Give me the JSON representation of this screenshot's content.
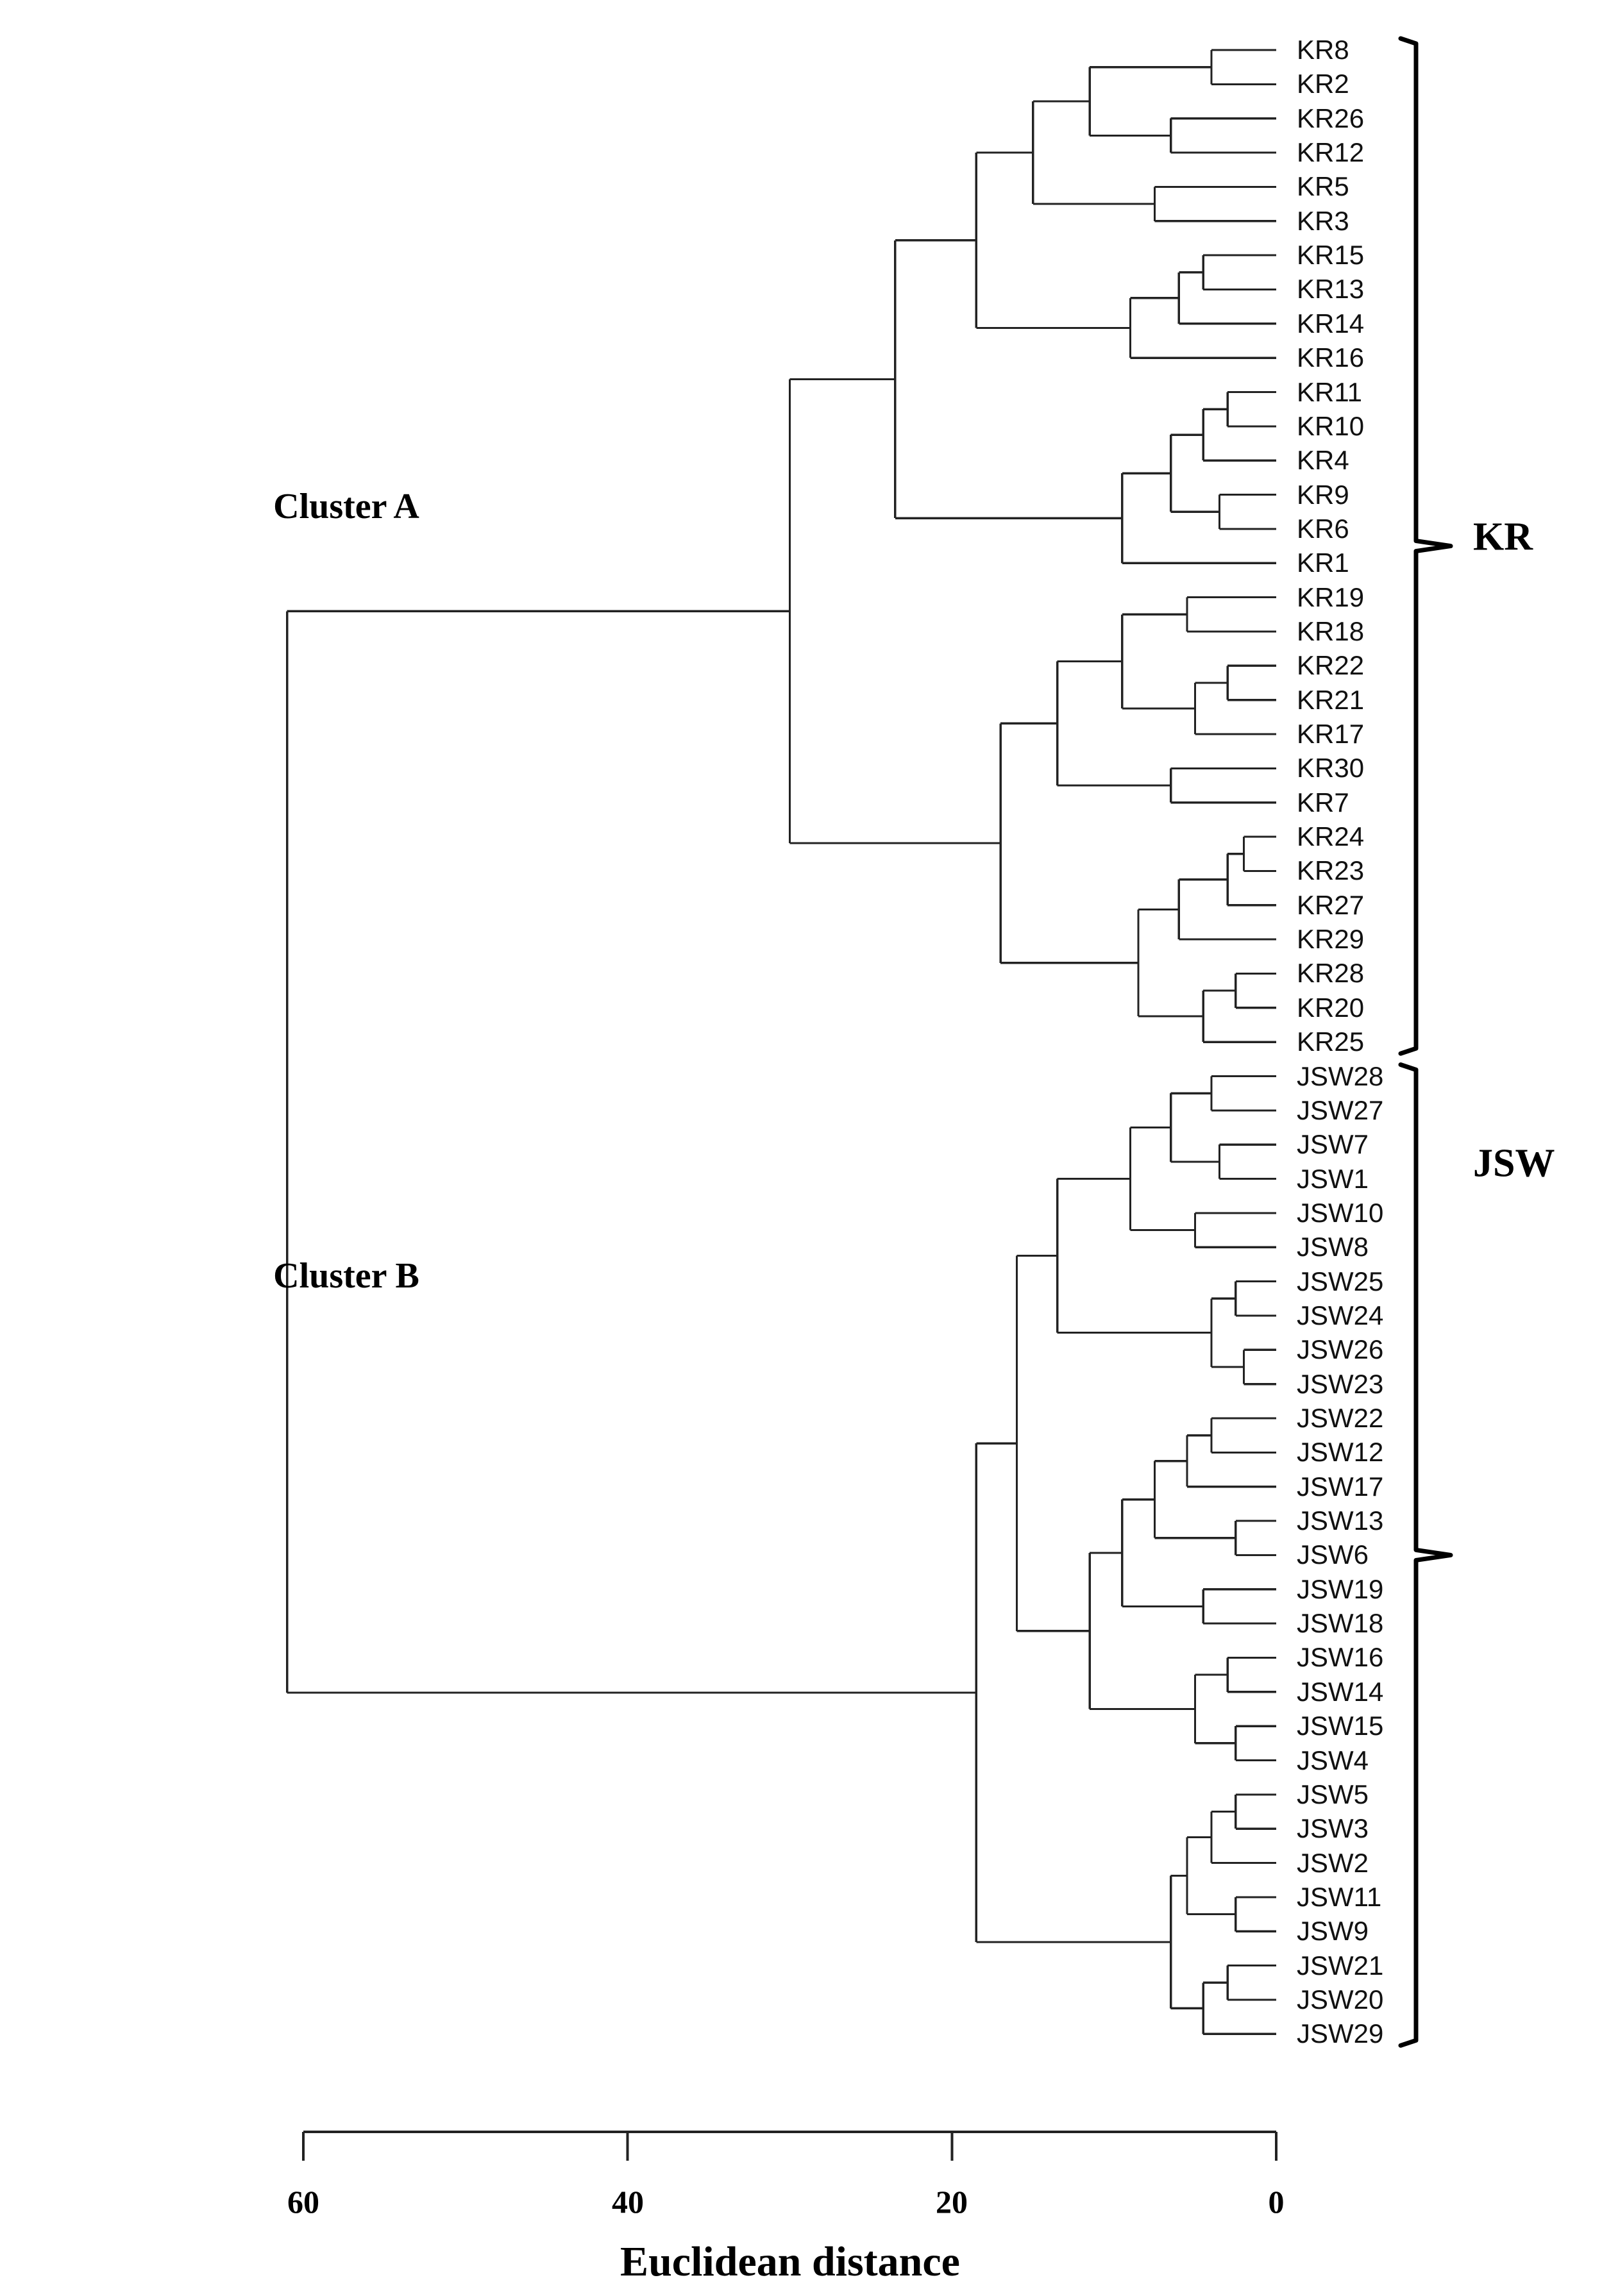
{
  "chart_data": {
    "type": "dendrogram",
    "title": "",
    "xlabel": "Euclidean distance",
    "ylabel": "",
    "axis": {
      "ticks": [
        60,
        40,
        20,
        0
      ],
      "tick_labels": [
        "60",
        "40",
        "20",
        "0"
      ],
      "min": 0,
      "max": 60,
      "direction": "reversed",
      "grid": false
    },
    "linkage_metric": "Euclidean distance",
    "cluster_annotations": [
      {
        "name": "Cluster A",
        "members_group": "KR"
      },
      {
        "name": "Cluster B",
        "members_group": "JSW"
      }
    ],
    "group_brackets": [
      {
        "label": "KR",
        "first_leaf": "KR8",
        "last_leaf": "KR25",
        "count": 30
      },
      {
        "label": "JSW",
        "first_leaf": "JSW28",
        "last_leaf": "JSW29",
        "count": 29
      }
    ],
    "leaves": [
      "KR8",
      "KR2",
      "KR26",
      "KR12",
      "KR5",
      "KR3",
      "KR15",
      "KR13",
      "KR14",
      "KR16",
      "KR11",
      "KR10",
      "KR4",
      "KR9",
      "KR6",
      "KR1",
      "KR19",
      "KR18",
      "KR22",
      "KR21",
      "KR17",
      "KR30",
      "KR7",
      "KR24",
      "KR23",
      "KR27",
      "KR29",
      "KR28",
      "KR20",
      "KR25",
      "JSW28",
      "JSW27",
      "JSW7",
      "JSW1",
      "JSW10",
      "JSW8",
      "JSW25",
      "JSW24",
      "JSW26",
      "JSW23",
      "JSW22",
      "JSW12",
      "JSW17",
      "JSW13",
      "JSW6",
      "JSW19",
      "JSW18",
      "JSW16",
      "JSW14",
      "JSW15",
      "JSW4",
      "JSW5",
      "JSW3",
      "JSW2",
      "JSW11",
      "JSW9",
      "JSW21",
      "JSW20",
      "JSW29"
    ],
    "merges": [
      {
        "id": "n1",
        "children": [
          "KR8",
          "KR2"
        ],
        "distance": 4.0
      },
      {
        "id": "n2",
        "children": [
          "KR26",
          "KR12"
        ],
        "distance": 6.5
      },
      {
        "id": "n3",
        "children": [
          "n1",
          "n2"
        ],
        "distance": 11.5
      },
      {
        "id": "n4",
        "children": [
          "KR5",
          "KR3"
        ],
        "distance": 7.5
      },
      {
        "id": "n5",
        "children": [
          "n3",
          "n4"
        ],
        "distance": 15.0
      },
      {
        "id": "n6",
        "children": [
          "KR15",
          "KR13"
        ],
        "distance": 4.5
      },
      {
        "id": "n7",
        "children": [
          "n6",
          "KR14"
        ],
        "distance": 6.0
      },
      {
        "id": "n8",
        "children": [
          "n7",
          "KR16"
        ],
        "distance": 9.0
      },
      {
        "id": "n9",
        "children": [
          "n5",
          "n8"
        ],
        "distance": 18.5
      },
      {
        "id": "n10",
        "children": [
          "KR11",
          "KR10"
        ],
        "distance": 3.0
      },
      {
        "id": "n11",
        "children": [
          "n10",
          "KR4"
        ],
        "distance": 4.5
      },
      {
        "id": "n12",
        "children": [
          "KR9",
          "KR6"
        ],
        "distance": 3.5
      },
      {
        "id": "n13",
        "children": [
          "n11",
          "n12"
        ],
        "distance": 6.5
      },
      {
        "id": "n14",
        "children": [
          "n13",
          "KR1"
        ],
        "distance": 9.5
      },
      {
        "id": "n15",
        "children": [
          "n9",
          "n14"
        ],
        "distance": 23.5
      },
      {
        "id": "n16",
        "children": [
          "KR19",
          "KR18"
        ],
        "distance": 5.5
      },
      {
        "id": "n17",
        "children": [
          "KR22",
          "KR21"
        ],
        "distance": 3.0
      },
      {
        "id": "n18",
        "children": [
          "n17",
          "KR17"
        ],
        "distance": 5.0
      },
      {
        "id": "n19",
        "children": [
          "n16",
          "n18"
        ],
        "distance": 9.5
      },
      {
        "id": "n20",
        "children": [
          "KR30",
          "KR7"
        ],
        "distance": 6.5
      },
      {
        "id": "n21",
        "children": [
          "n19",
          "n20"
        ],
        "distance": 13.5
      },
      {
        "id": "n22",
        "children": [
          "KR24",
          "KR23"
        ],
        "distance": 2.0
      },
      {
        "id": "n23",
        "children": [
          "n22",
          "KR27"
        ],
        "distance": 3.0
      },
      {
        "id": "n24",
        "children": [
          "n23",
          "KR29"
        ],
        "distance": 6.0
      },
      {
        "id": "n25",
        "children": [
          "KR28",
          "KR20"
        ],
        "distance": 2.5
      },
      {
        "id": "n26",
        "children": [
          "n25",
          "KR25"
        ],
        "distance": 4.5
      },
      {
        "id": "n27",
        "children": [
          "n24",
          "n26"
        ],
        "distance": 8.5
      },
      {
        "id": "n28",
        "children": [
          "n21",
          "n27"
        ],
        "distance": 17.0
      },
      {
        "id": "n29",
        "children": [
          "n15",
          "n28"
        ],
        "distance": 30.0
      },
      {
        "id": "m1",
        "children": [
          "JSW28",
          "JSW27"
        ],
        "distance": 4.0
      },
      {
        "id": "m2",
        "children": [
          "JSW7",
          "JSW1"
        ],
        "distance": 3.5
      },
      {
        "id": "m3",
        "children": [
          "m1",
          "m2"
        ],
        "distance": 6.5
      },
      {
        "id": "m4",
        "children": [
          "JSW10",
          "JSW8"
        ],
        "distance": 5.0
      },
      {
        "id": "m5",
        "children": [
          "m3",
          "m4"
        ],
        "distance": 9.0
      },
      {
        "id": "m6",
        "children": [
          "JSW25",
          "JSW24"
        ],
        "distance": 2.5
      },
      {
        "id": "m7",
        "children": [
          "JSW26",
          "JSW23"
        ],
        "distance": 2.0
      },
      {
        "id": "m8",
        "children": [
          "m6",
          "m7"
        ],
        "distance": 4.0
      },
      {
        "id": "m9",
        "children": [
          "m5",
          "m8"
        ],
        "distance": 13.5
      },
      {
        "id": "m10",
        "children": [
          "JSW22",
          "JSW12"
        ],
        "distance": 4.0
      },
      {
        "id": "m11",
        "children": [
          "m10",
          "JSW17"
        ],
        "distance": 5.5
      },
      {
        "id": "m12",
        "children": [
          "JSW13",
          "JSW6"
        ],
        "distance": 2.5
      },
      {
        "id": "m13",
        "children": [
          "m11",
          "m12"
        ],
        "distance": 7.5
      },
      {
        "id": "m14",
        "children": [
          "JSW19",
          "JSW18"
        ],
        "distance": 4.5
      },
      {
        "id": "m15",
        "children": [
          "m13",
          "m14"
        ],
        "distance": 9.5
      },
      {
        "id": "m16",
        "children": [
          "JSW16",
          "JSW14"
        ],
        "distance": 3.0
      },
      {
        "id": "m17",
        "children": [
          "JSW15",
          "JSW4"
        ],
        "distance": 2.5
      },
      {
        "id": "m18",
        "children": [
          "m16",
          "m17"
        ],
        "distance": 5.0
      },
      {
        "id": "m19",
        "children": [
          "m15",
          "m18"
        ],
        "distance": 11.5
      },
      {
        "id": "m20",
        "children": [
          "m9",
          "m19"
        ],
        "distance": 16.0
      },
      {
        "id": "m21",
        "children": [
          "JSW5",
          "JSW3"
        ],
        "distance": 2.5
      },
      {
        "id": "m22",
        "children": [
          "m21",
          "JSW2"
        ],
        "distance": 4.0
      },
      {
        "id": "m23",
        "children": [
          "JSW11",
          "JSW9"
        ],
        "distance": 2.5
      },
      {
        "id": "m24",
        "children": [
          "m22",
          "m23"
        ],
        "distance": 5.5
      },
      {
        "id": "m25",
        "children": [
          "JSW21",
          "JSW20"
        ],
        "distance": 3.0
      },
      {
        "id": "m26",
        "children": [
          "m25",
          "JSW29"
        ],
        "distance": 4.5
      },
      {
        "id": "m27",
        "children": [
          "m24",
          "m26"
        ],
        "distance": 6.5
      },
      {
        "id": "m28",
        "children": [
          "m20",
          "m27"
        ],
        "distance": 18.5
      },
      {
        "id": "root",
        "children": [
          "n29",
          "m28"
        ],
        "distance": 61.0
      }
    ]
  },
  "figure": {
    "cluster_a_label": "Cluster A",
    "cluster_b_label": "Cluster B",
    "bracket_kr_label": "KR",
    "bracket_jsw_label": "JSW",
    "axis_title": "Euclidean distance",
    "tick_60": "60",
    "tick_40": "40",
    "tick_20": "20",
    "tick_0": "0",
    "line_color": "#222222",
    "text_color": "#000000",
    "background": "#ffffff"
  }
}
